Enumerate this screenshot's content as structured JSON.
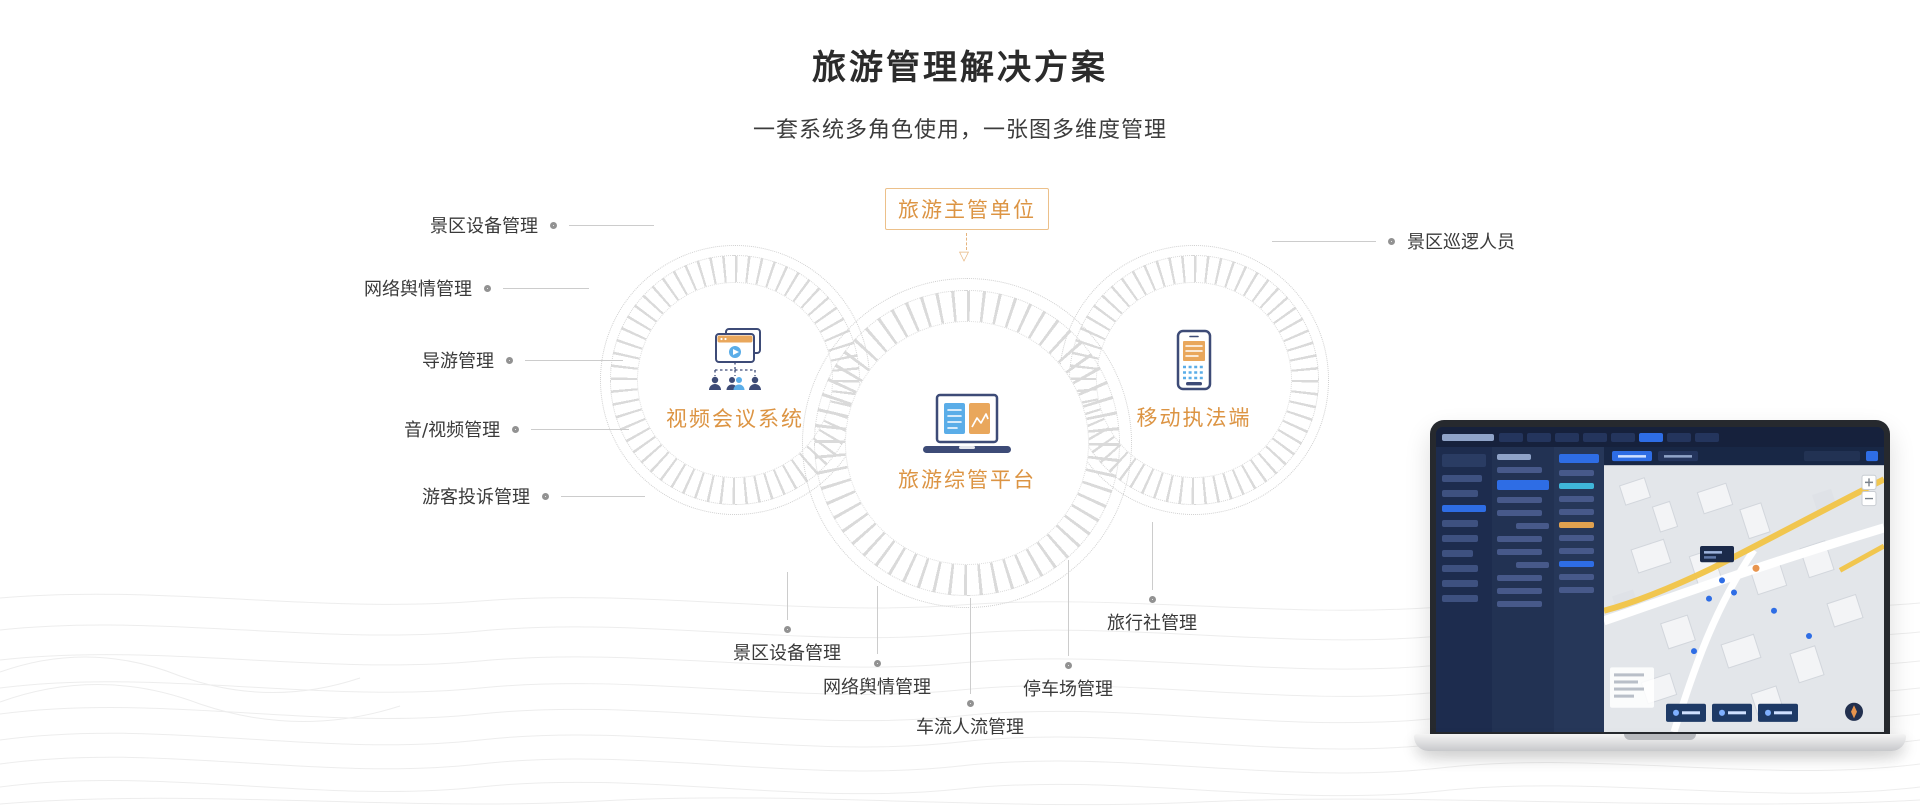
{
  "header": {
    "title": "旅游管理解决方案",
    "subtitle": "一套系统多角色使用，一张图多维度管理"
  },
  "diagram": {
    "authority_box": "旅游主管单位",
    "nodes": {
      "video": "视频会议系统",
      "platform": "旅游综管平台",
      "mobile": "移动执法端"
    },
    "left_labels": [
      "景区设备管理",
      "网络舆情管理",
      "导游管理",
      "音/视频管理",
      "游客投诉管理"
    ],
    "right_labels": [
      "景区巡逻人员"
    ],
    "bottom_labels": [
      "景区设备管理",
      "网络舆情管理",
      "车流人流管理",
      "停车场管理",
      "旅行社管理"
    ]
  },
  "icons": {
    "video_node": "video-conference-icon",
    "platform_node": "laptop-dashboard-icon",
    "mobile_node": "smartphone-icon",
    "arrow": "dashed-down-arrow-icon"
  },
  "colors": {
    "accent_orange": "#DC9443",
    "accent_orange_light": "#ECC08A",
    "icon_navy": "#3D4B77",
    "icon_blue": "#5AADE8",
    "icon_orange": "#E9A75C",
    "connector_gray": "#CCCCCC",
    "text_dark": "#3A3A3A",
    "dashboard_navy": "#1B2A4A",
    "dashboard_blue": "#2E6DE5",
    "map_road_yellow": "#F1C64F"
  },
  "laptop_mockup": {
    "content": "tourism management dashboard with dark sidebars and 3D city map"
  }
}
